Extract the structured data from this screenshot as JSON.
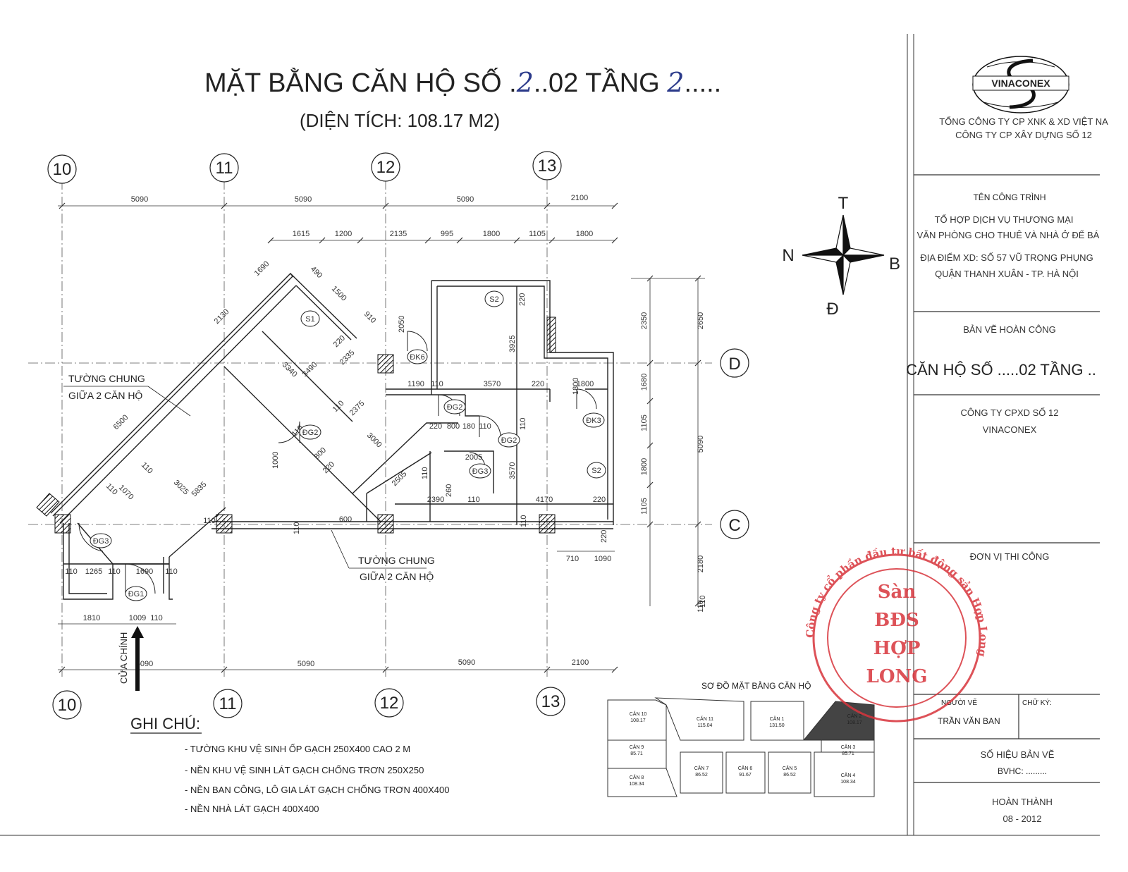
{
  "title": {
    "main_prefix": "MẶT BẰNG CĂN HỘ SỐ .",
    "apt_handwritten": "2",
    "main_mid": "..02 TẦNG ",
    "floor_handwritten": "2",
    "main_suffix": ".....",
    "area": "(DIỆN TÍCH: 108.17 M2)"
  },
  "grid": {
    "columns": [
      "10",
      "11",
      "12",
      "13"
    ],
    "rows": [
      "D",
      "C"
    ]
  },
  "dimensions": {
    "top_spans": [
      "5090",
      "5090",
      "5090",
      "2100"
    ],
    "top_detail": [
      "1615",
      "1200",
      "2135",
      "995",
      "1800",
      "1105",
      "1800"
    ],
    "bottom_spans": [
      "5090",
      "5090",
      "5090",
      "2100"
    ],
    "bottom_detail": [
      "1810",
      "1009",
      "110"
    ],
    "right_outer": [
      "2650",
      "5090",
      "2180",
      "110"
    ],
    "right_inner": [
      "2350",
      "1680",
      "1105",
      "1800",
      "1105"
    ],
    "interior": [
      "1690",
      "2130",
      "490",
      "1500",
      "910",
      "6500",
      "2050",
      "220",
      "3925",
      "220",
      "3340",
      "3490",
      "1190",
      "110",
      "3570",
      "220",
      "1800",
      "110",
      "2375",
      "220",
      "800",
      "180",
      "110",
      "110",
      "3000",
      "800",
      "220",
      "1000",
      "2005",
      "3570",
      "110",
      "2505",
      "260",
      "2390",
      "110",
      "4170",
      "220",
      "110",
      "1070",
      "3025",
      "5835",
      "110",
      "600",
      "110",
      "110",
      "110",
      "110",
      "1265",
      "110",
      "1690",
      "110",
      "710",
      "1090",
      "220",
      "110",
      "110",
      "2335",
      "1800"
    ]
  },
  "rooms": [
    "S1",
    "S2",
    "S2",
    "ĐK6",
    "ĐG2",
    "ĐG2",
    "ĐG2",
    "ĐK3",
    "ĐG3",
    "ĐG3",
    "ĐG1"
  ],
  "notes_on_plan": {
    "shared_wall_1": [
      "TƯỜNG CHUNG",
      "GIỮA 2 CĂN HỘ"
    ],
    "shared_wall_2": [
      "TƯỜNG CHUNG",
      "GIỮA 2 CĂN HỘ"
    ],
    "main_door": "CỬA CHÍNH"
  },
  "compass": {
    "north_top": "T",
    "west": "N",
    "east": "B",
    "south": "Đ"
  },
  "legend": {
    "heading": "GHI CHÚ:",
    "items": [
      "- TƯỜNG KHU VỆ SINH ỐP GẠCH 250X400 CAO 2 M",
      "- NỀN KHU VỆ SINH LÁT GẠCH CHỐNG TRƠN 250X250",
      "- NỀN BAN CÔNG, LÔ GIA LÁT GẠCH CHỐNG TRƠN 400X400",
      "- NỀN NHÀ LÁT GẠCH 400X400"
    ]
  },
  "key_plan": {
    "title": "SƠ ĐỒ MẶT BẰNG CĂN HỘ",
    "units": [
      {
        "name": "CĂN 10",
        "area": "108.17"
      },
      {
        "name": "CĂN 11",
        "area": "115.04"
      },
      {
        "name": "CĂN 1",
        "area": "131.50"
      },
      {
        "name": "CĂN 2",
        "area": "108.17"
      },
      {
        "name": "CĂN 9",
        "area": "85.71"
      },
      {
        "name": "CĂN 3",
        "area": "85.71"
      },
      {
        "name": "CĂN 8",
        "area": "108.34"
      },
      {
        "name": "CĂN 7",
        "area": "86.52"
      },
      {
        "name": "CĂN 6",
        "area": "91.67"
      },
      {
        "name": "CĂN 5",
        "area": "86.52"
      },
      {
        "name": "CĂN 4",
        "area": "108.34"
      }
    ]
  },
  "title_block": {
    "logo": "VINACONEX",
    "company_1": "TỔNG CÔNG TY CP XNK & XD VIỆT NA",
    "company_2": "CÔNG TY CP XÂY DỰNG SỐ 12",
    "project_label": "TÊN CÔNG TRÌNH",
    "project_1": "TỔ HỢP DỊCH VỤ THƯƠNG MẠI",
    "project_2": "VĂN PHÒNG CHO THUÊ VÀ NHÀ Ở ĐỂ BÁ",
    "location_1": "ĐỊA ĐIỂM XD: SỐ 57 VŨ TRỌNG PHỤNG",
    "location_2": "QUẬN THANH XUÂN - TP. HÀ NỘI",
    "drawing_type": "BẢN VẼ HOÀN CÔNG",
    "drawing_name": "CĂN HỘ SỐ .....02 TẦNG ..",
    "contractor_1": "CÔNG TY CPXD SỐ 12",
    "contractor_2": "VINACONEX",
    "unit_label": "ĐƠN VỊ THI CÔNG",
    "drafter_label": "NGƯỜI VẼ",
    "drafter_name": "TRẦN VĂN BAN",
    "sign_label": "CHỮ KÝ:",
    "drawing_no_label": "SỐ HIỆU BẢN VẼ",
    "drawing_no": "BVHC: .........",
    "completed_label": "HOÀN THÀNH",
    "completed_date": "08 - 2012"
  },
  "stamp": {
    "ring_text": "Công ty cổ phần đầu tư bất động sản Hợp Long",
    "lines": [
      "Sàn",
      "BĐS",
      "HỢP",
      "LONG"
    ],
    "color": "#d8343c"
  },
  "colors": {
    "ink": "#222222",
    "handwriting": "#2b3a8a",
    "stamp": "#d8343c"
  }
}
